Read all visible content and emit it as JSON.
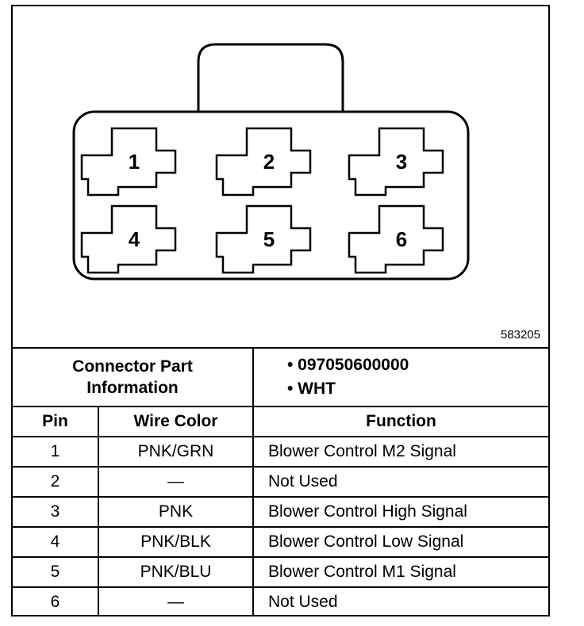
{
  "diagram": {
    "reference_number": "583205",
    "pin_numbers": [
      "1",
      "2",
      "3",
      "4",
      "5",
      "6"
    ]
  },
  "connector_info": {
    "label_line1": "Connector Part",
    "label_line2": "Information",
    "items": [
      "• 097050600000",
      "• WHT"
    ]
  },
  "table": {
    "headers": [
      "Pin",
      "Wire Color",
      "Function"
    ],
    "rows": [
      {
        "pin": "1",
        "wire": "PNK/GRN",
        "function": "Blower Control M2 Signal"
      },
      {
        "pin": "2",
        "wire": "—",
        "function": "Not Used"
      },
      {
        "pin": "3",
        "wire": "PNK",
        "function": "Blower Control High Signal"
      },
      {
        "pin": "4",
        "wire": "PNK/BLK",
        "function": "Blower Control Low Signal"
      },
      {
        "pin": "5",
        "wire": "PNK/BLU",
        "function": "Blower Control M1 Signal"
      },
      {
        "pin": "6",
        "wire": "—",
        "function": "Not Used"
      }
    ]
  }
}
